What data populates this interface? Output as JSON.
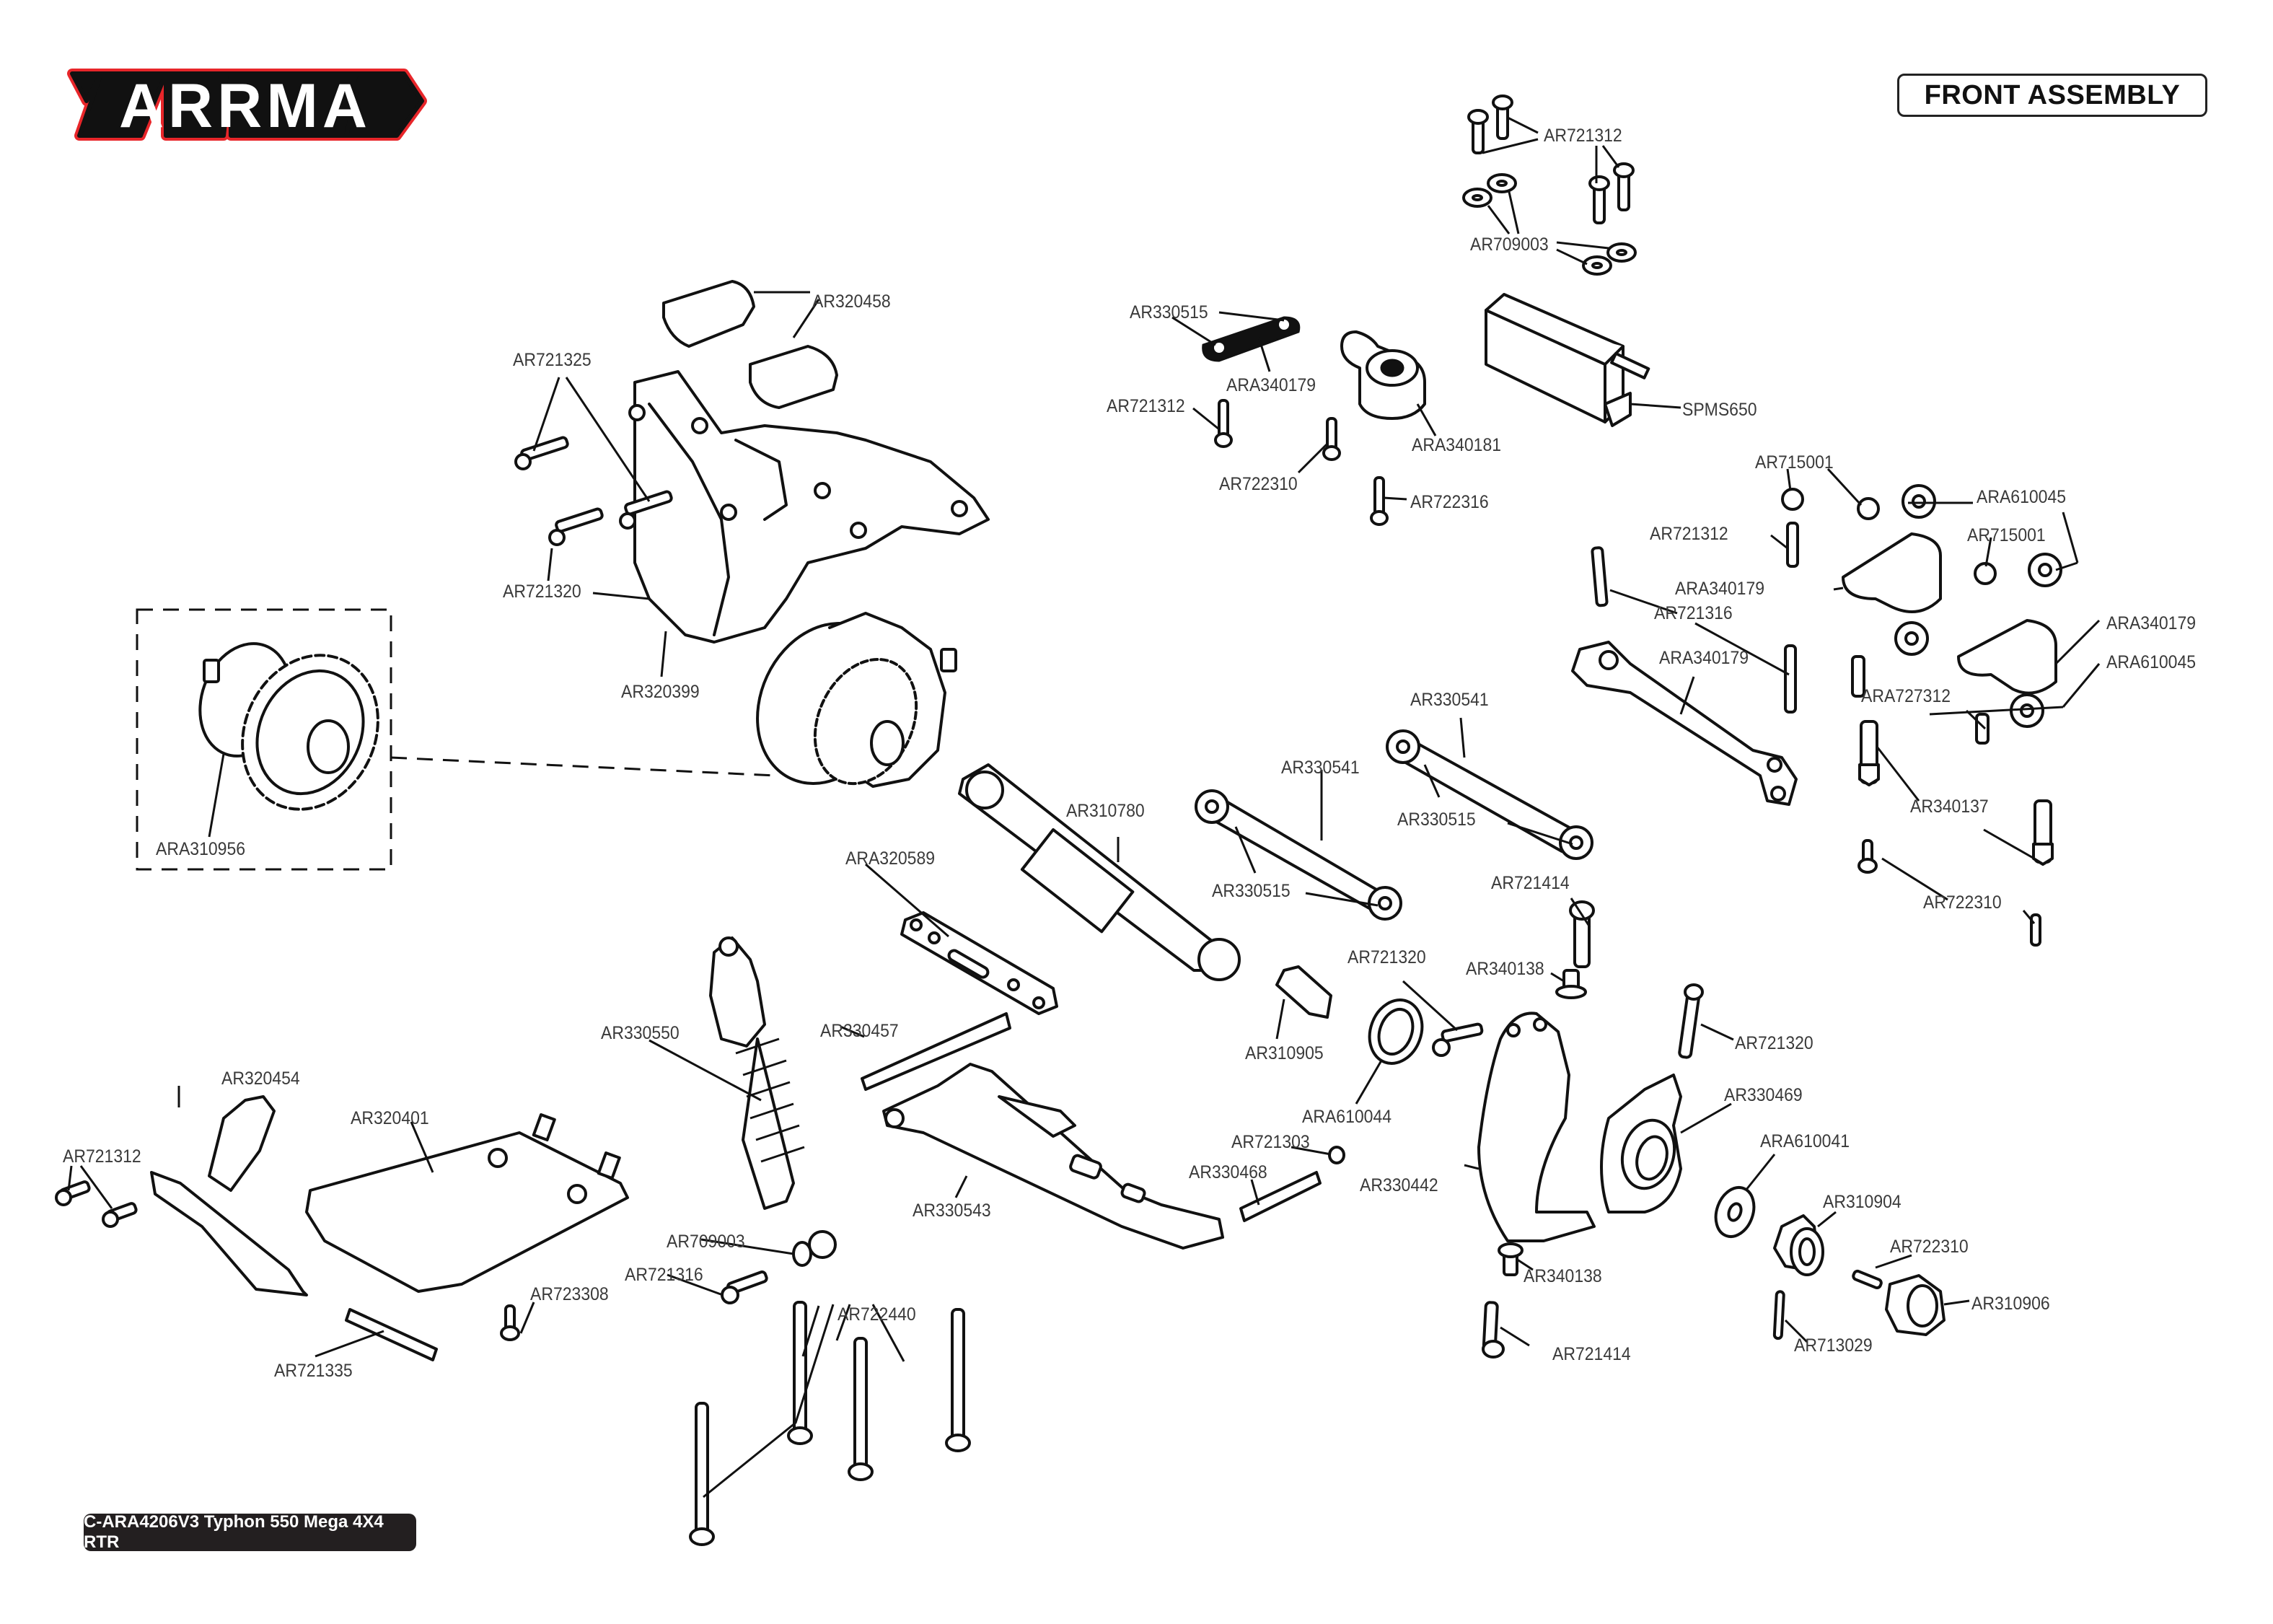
{
  "brand": {
    "name": "ARRMA",
    "colors": {
      "outline": "#e8262a",
      "inner": "#111111",
      "fill": "#ffffff"
    }
  },
  "header": {
    "section_title": "FRONT ASSEMBLY"
  },
  "footer": {
    "model_label": "C-ARA4206V3 Typhon 550 Mega 4X4 RTR"
  },
  "callouts": [
    {
      "id": "c01",
      "part": "AR721312"
    },
    {
      "id": "c02",
      "part": "AR709003"
    },
    {
      "id": "c03",
      "part": "AR330515"
    },
    {
      "id": "c04",
      "part": "ARA340179"
    },
    {
      "id": "c05",
      "part": "AR721312"
    },
    {
      "id": "c06",
      "part": "AR722310"
    },
    {
      "id": "c07",
      "part": "ARA340181"
    },
    {
      "id": "c08",
      "part": "SPMS650"
    },
    {
      "id": "c09",
      "part": "AR722316"
    },
    {
      "id": "c10",
      "part": "AR320458"
    },
    {
      "id": "c11",
      "part": "AR721325"
    },
    {
      "id": "c12",
      "part": "AR721320"
    },
    {
      "id": "c13",
      "part": "AR320399"
    },
    {
      "id": "c14",
      "part": "AR715001"
    },
    {
      "id": "c15",
      "part": "ARA610045"
    },
    {
      "id": "c16",
      "part": "AR721312"
    },
    {
      "id": "c17",
      "part": "AR715001"
    },
    {
      "id": "c18",
      "part": "ARA340179"
    },
    {
      "id": "c19",
      "part": "AR721316"
    },
    {
      "id": "c20",
      "part": "ARA340179"
    },
    {
      "id": "c21",
      "part": "ARA340179"
    },
    {
      "id": "c22",
      "part": "ARA610045"
    },
    {
      "id": "c23",
      "part": "ARA727312"
    },
    {
      "id": "c24",
      "part": "AR340137"
    },
    {
      "id": "c25",
      "part": "AR722310"
    },
    {
      "id": "c26",
      "part": "AR330541"
    },
    {
      "id": "c27",
      "part": "AR330515"
    },
    {
      "id": "c28",
      "part": "AR330541"
    },
    {
      "id": "c29",
      "part": "AR330515"
    },
    {
      "id": "c30",
      "part": "ARA310956"
    },
    {
      "id": "c31",
      "part": "AR310780"
    },
    {
      "id": "c32",
      "part": "ARA320589"
    },
    {
      "id": "c33",
      "part": "AR721414"
    },
    {
      "id": "c34",
      "part": "AR721320"
    },
    {
      "id": "c35",
      "part": "AR340138"
    },
    {
      "id": "c36",
      "part": "AR310905"
    },
    {
      "id": "c37",
      "part": "ARA610044"
    },
    {
      "id": "c38",
      "part": "AR330457"
    },
    {
      "id": "c39",
      "part": "AR330550"
    },
    {
      "id": "c40",
      "part": "AR721320"
    },
    {
      "id": "c41",
      "part": "AR330469"
    },
    {
      "id": "c42",
      "part": "AR320454"
    },
    {
      "id": "c43",
      "part": "AR320401"
    },
    {
      "id": "c44",
      "part": "AR721312"
    },
    {
      "id": "c45",
      "part": "AR721303"
    },
    {
      "id": "c46",
      "part": "AR330468"
    },
    {
      "id": "c47",
      "part": "AR330442"
    },
    {
      "id": "c48",
      "part": "ARA610041"
    },
    {
      "id": "c49",
      "part": "AR330543"
    },
    {
      "id": "c50",
      "part": "AR310904"
    },
    {
      "id": "c51",
      "part": "AR722310"
    },
    {
      "id": "c52",
      "part": "AR709003"
    },
    {
      "id": "c53",
      "part": "AR340138"
    },
    {
      "id": "c54",
      "part": "AR723308"
    },
    {
      "id": "c55",
      "part": "AR310906"
    },
    {
      "id": "c56",
      "part": "AR721316"
    },
    {
      "id": "c57",
      "part": "AR722440"
    },
    {
      "id": "c58",
      "part": "AR713029"
    },
    {
      "id": "c59",
      "part": "AR721414"
    },
    {
      "id": "c60",
      "part": "AR721335"
    }
  ]
}
